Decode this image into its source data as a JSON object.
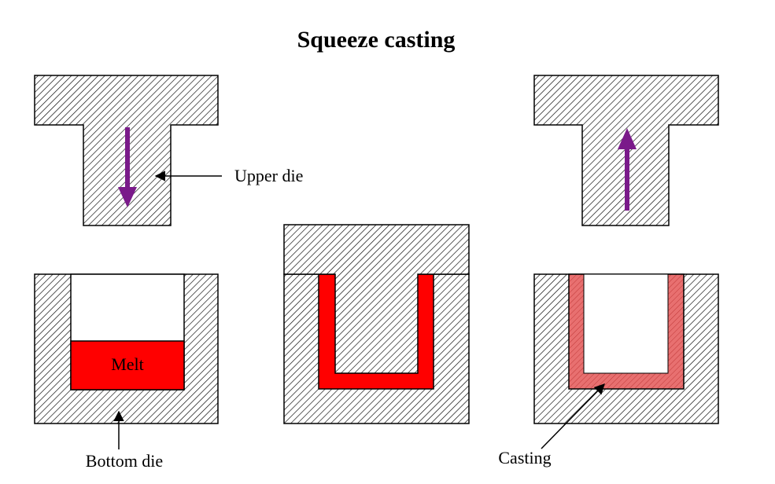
{
  "title": "Squeeze casting",
  "labels": {
    "upper_die": "Upper die",
    "bottom_die": "Bottom die",
    "melt": "Melt",
    "casting": "Casting"
  },
  "colors": {
    "melt": "#ff0000",
    "casting": "#e87070",
    "arrow": "#7a1a8a",
    "hatch": "#000000"
  }
}
